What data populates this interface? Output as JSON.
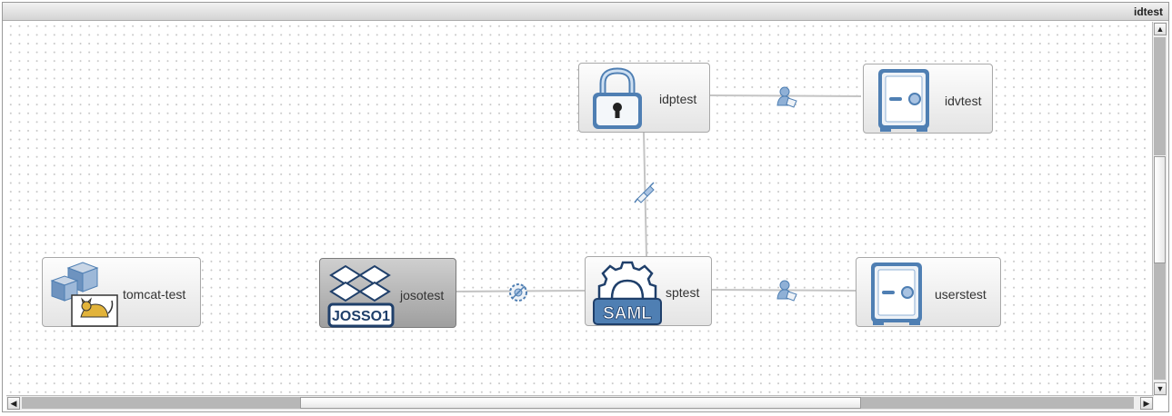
{
  "window": {
    "title": "idtest"
  },
  "nodes": {
    "idp": {
      "label": "idptest",
      "icon": "padlock-icon"
    },
    "idv": {
      "label": "idvtest",
      "icon": "safe-icon"
    },
    "tomcat": {
      "label": "tomcat-test",
      "icon": "tomcat-server-icon"
    },
    "josso": {
      "label": "josotest",
      "icon": "josso1-icon",
      "icon_text": "JOSSO1",
      "selected": true
    },
    "sp": {
      "label": "sptest",
      "icon": "saml-gear-icon",
      "icon_text": "SAML"
    },
    "user": {
      "label": "userstest",
      "icon": "safe-icon"
    }
  },
  "connectors": [
    {
      "from": "idptest",
      "to": "idvtest",
      "icon": "user-connector-icon"
    },
    {
      "from": "idptest",
      "to": "sptest",
      "icon": "federation-link-icon"
    },
    {
      "from": "josotest",
      "to": "sptest",
      "icon": "gear-connector-icon"
    },
    {
      "from": "sptest",
      "to": "userstest",
      "icon": "user-connector-icon"
    }
  ],
  "colors": {
    "icon_blue": "#4f7fb3",
    "icon_dark": "#1f3f6a",
    "link_line": "#c4c4c4",
    "selected_node": "#a9a9a9"
  }
}
